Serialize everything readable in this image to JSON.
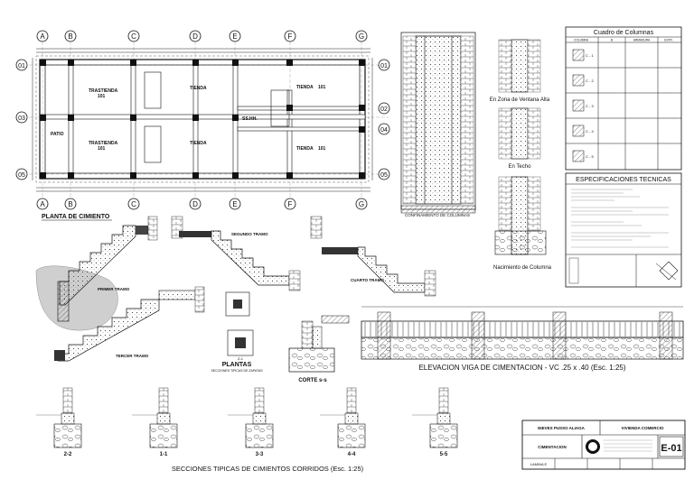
{
  "plan": {
    "title": "PLANTA DE CIMIENTO",
    "axes_cols": [
      "A",
      "B",
      "C",
      "D",
      "E",
      "F",
      "G"
    ],
    "axes_rows": [
      "01",
      "02",
      "03",
      "04",
      "05"
    ],
    "rooms": [
      {
        "name": "TRASTIENDA",
        "num": "101"
      },
      {
        "name": "TIENDA",
        "num": ""
      },
      {
        "name": "TIENDA",
        "num": "101"
      },
      {
        "name": "TRASTIENDA",
        "num": "101"
      },
      {
        "name": "TIENDA",
        "num": ""
      },
      {
        "name": "TIENDA",
        "num": "101"
      },
      {
        "name": "PATIO",
        "num": ""
      },
      {
        "name": "SS.HH.",
        "num": ""
      }
    ]
  },
  "column_detail": {
    "label": "CONFINAMIENTO DE COLUMNAS"
  },
  "column_views": {
    "top": "En Zona de Ventana Alta",
    "mid": "En Techo",
    "bottom": "Nacimiento de Columna"
  },
  "column_table": {
    "title": "Cuadro de Columnas",
    "headers": [
      "COLUMNA",
      "B",
      "ARMADURA",
      "ESTR."
    ],
    "rows": [
      "C - 1",
      "C - 2",
      "C - 3",
      "C - 4",
      "C - 5"
    ]
  },
  "specs": {
    "title": "ESPECIFICACIONES TECNICAS"
  },
  "stairs": {
    "tramo1": "PRIMER TRAMO",
    "tramo2": "SEGUNDO TRAMO",
    "tramo3": "TERCER TRAMO",
    "tramo4": "CUARTO TRAMO"
  },
  "plantas": {
    "title": "PLANTAS",
    "subtitle": "SECCIONES TIPICAS DE ZAPATAS",
    "label_a": "Z-1"
  },
  "corte": {
    "label": "CORTE s-s"
  },
  "beam": {
    "label": "ELEVACION VIGA DE CIMENTACION - VC .25 x .40 (Esc. 1:25)"
  },
  "sections": {
    "labels": [
      "2-2",
      "1-1",
      "3-3",
      "4-4",
      "5-5"
    ],
    "caption": "SECCIONES TIPICAS DE CIMIENTOS CORRIDOS (Esc. 1:25)"
  },
  "title_block": {
    "owner": "NIEVES PUSSO ALIAGA",
    "project": "VIVIENDA COMERCIO",
    "sheet_name": "CIMENTACION",
    "sheet_code": "E-01",
    "bottom": [
      "LAMINA E",
      "",
      "",
      "",
      ""
    ]
  }
}
